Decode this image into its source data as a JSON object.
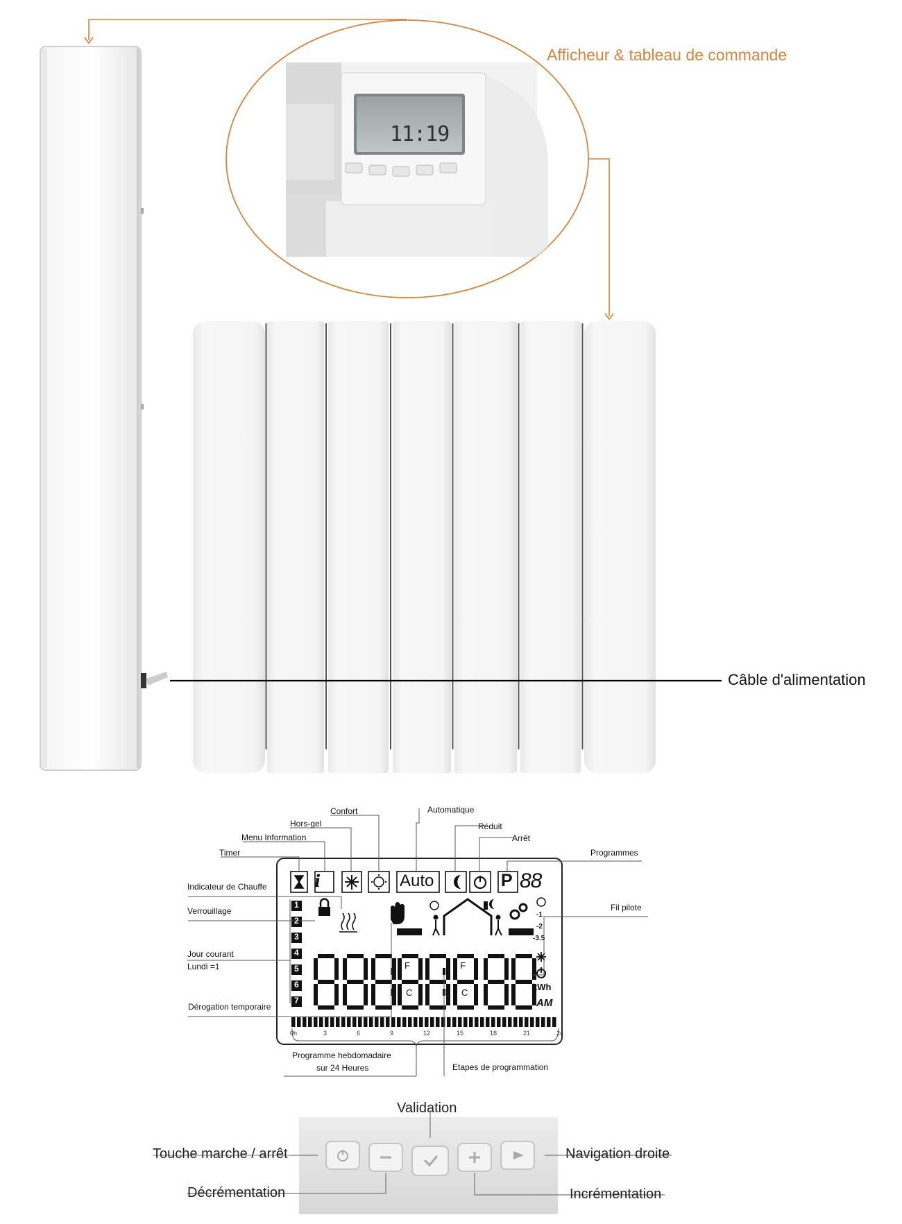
{
  "callouts": {
    "display_panel": "Afficheur & tableau de commande",
    "power_cable": "Câble d'alimentation"
  },
  "lcd": {
    "labels": {
      "confort": "Confort",
      "automatique": "Automatique",
      "hors_gel": "Hors-gel",
      "reduit": "Réduit",
      "menu_information": "Menu Information",
      "arret": "Arrêt",
      "timer": "Timer",
      "programmes": "Programmes",
      "indicateur_chauffe": "Indicateur de Chauffe",
      "fil_pilote": "Fil pilote",
      "verrouillage": "Verrouillage",
      "jour_courant": "Jour courant",
      "lundi": "Lundi =1",
      "derogation": "Dérogation temporaire",
      "programme_hebdo_1": "Programme hebdomadaire",
      "programme_hebdo_2": "sur 24 Heures",
      "etapes": "Etapes de programmation"
    },
    "icons": {
      "auto": "Auto",
      "program": "P",
      "program_number": "88",
      "info": "i"
    },
    "days": [
      "1",
      "2",
      "3",
      "4",
      "5",
      "6",
      "7"
    ],
    "digits": "88:88:88:88",
    "unit_f": "F",
    "unit_c": "C",
    "kwh": "kWh",
    "am": "AM",
    "pilot_levels": [
      "-1",
      "-2",
      "-3.5"
    ],
    "hours": [
      "0h",
      "3",
      "6",
      "9",
      "12",
      "15",
      "18",
      "21",
      "24"
    ]
  },
  "screen_photo": {
    "digits": "11:19"
  },
  "buttons": {
    "validation": "Validation",
    "on_off": "Touche marche / arrêt",
    "navigation_right": "Navigation droite",
    "decrement": "Décrémentation",
    "increment": "Incrémentation"
  }
}
